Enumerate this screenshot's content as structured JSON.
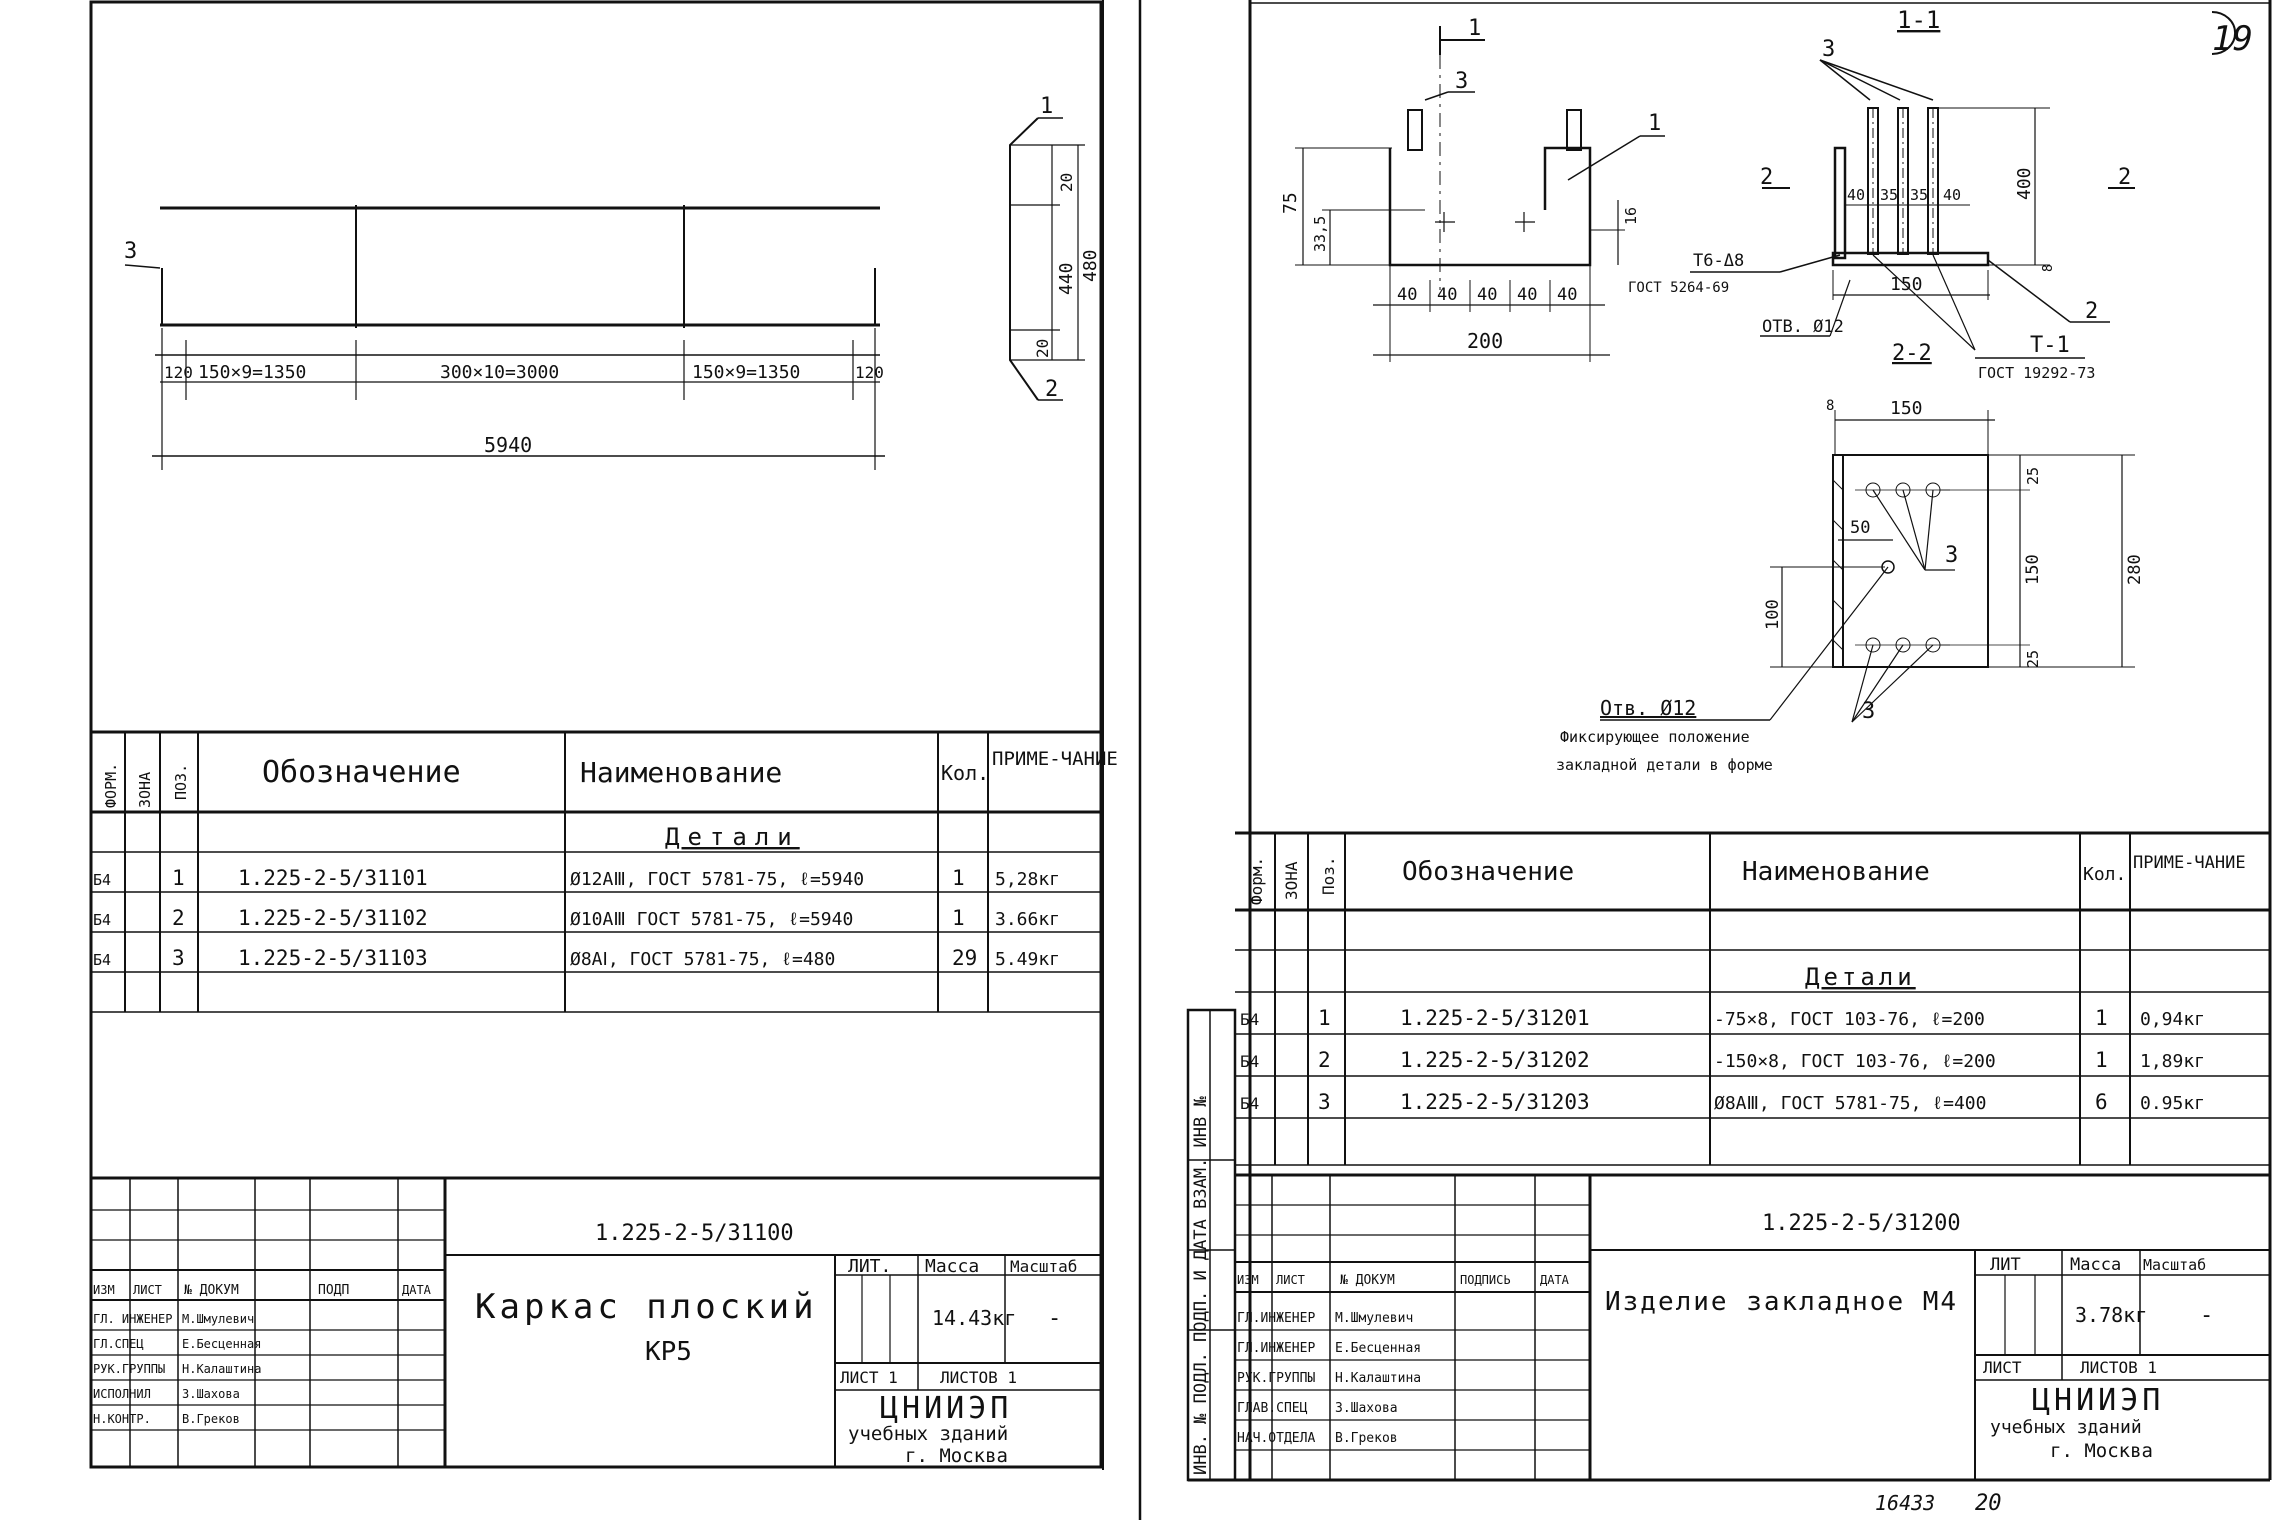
{
  "sheet_number": "19",
  "footer": {
    "inventory": "16433",
    "page": "20"
  },
  "stamp_vertical_label": "ИНВ. № ПОДЛ. ПОДП. И ДАТА ВЗАМ. ИНВ №",
  "left_sheet": {
    "drawing": {
      "leader_3": "3",
      "dims": {
        "end_left": "120",
        "seg_left": "150×9=1350",
        "seg_mid": "300×10=3000",
        "seg_right": "150×9=1350",
        "end_right": "120",
        "total": "5940"
      },
      "section": {
        "label_top": "1",
        "label_bottom": "2",
        "dim_top": "20",
        "dim_mid": "440",
        "dim_bottom": "20",
        "dim_total": "480"
      }
    },
    "spec": {
      "headers": {
        "format": "ФОРМ.",
        "zone": "ЗОНА",
        "pos": "ПОЗ.",
        "designation": "Обозначение",
        "name": "Наименование",
        "qty": "Кол.",
        "note": "ПРИМЕ-ЧАНИЕ"
      },
      "section_title": "Детали",
      "rows": [
        {
          "format": "Б4",
          "pos": "1",
          "designation": "1.225-2-5/31101",
          "name": "Ø12AⅢ, ГОСТ 5781-75, ℓ=5940",
          "qty": "1",
          "note": "5,28кг"
        },
        {
          "format": "Б4",
          "pos": "2",
          "designation": "1.225-2-5/31102",
          "name": "Ø10AⅢ ГОСТ 5781-75, ℓ=5940",
          "qty": "1",
          "note": "3.66кг"
        },
        {
          "format": "Б4",
          "pos": "3",
          "designation": "1.225-2-5/31103",
          "name": "Ø8AⅠ, ГОСТ 5781-75, ℓ=480",
          "qty": "29",
          "note": "5.49кг"
        }
      ]
    },
    "title_block": {
      "code": "1.225-2-5/31100",
      "title_line1": "Каркас плоский",
      "title_line2": "КР5",
      "col_headers": {
        "izm": "ИЗМ",
        "list": "ЛИСТ",
        "doc": "№ ДОКУМ",
        "sign": "ПОДП",
        "date": "ДАТА"
      },
      "people": [
        {
          "role": "ГЛ. ИНЖЕНЕР",
          "name": "М.Шмулевич"
        },
        {
          "role": "ГЛ.СПЕЦ",
          "name": "Е.Бесценная"
        },
        {
          "role": "РУК.ГРУППЫ",
          "name": "Н.Калаштина"
        },
        {
          "role": "ИСПОЛНИЛ",
          "name": "З.Шахова"
        },
        {
          "role": "Н.КОНТР.",
          "name": "В.Греков"
        }
      ],
      "lit_label": "ЛИТ.",
      "mass_label": "Масса",
      "scale_label": "Масштаб",
      "mass_value": "14.43кг",
      "scale_value": "-",
      "sheet_label": "ЛИСТ 1",
      "sheets_label": "ЛИСТОВ 1",
      "org_name": "ЦНИИЭП",
      "org_line2": "учебных зданий",
      "org_city": "г. Москва"
    }
  },
  "right_sheet": {
    "drawing": {
      "view_a": {
        "section_mark": "1",
        "leader_3": "3",
        "leader_1": "1",
        "dim_height": "75",
        "dim_hole": "33,5",
        "dim_right": "16",
        "dims_bottom": [
          "40",
          "40",
          "40",
          "40",
          "40"
        ],
        "dim_total": "200"
      },
      "view_b": {
        "title": "1-1",
        "leader_3": "3",
        "mark_left": "2",
        "mark_right": "2",
        "dims_top": [
          "40",
          "35",
          "35",
          "40"
        ],
        "dim_height": "400",
        "dim_plate": "8",
        "dim_150": "150",
        "weld_label": "Т6-Δ8",
        "weld_gost": "ГОСТ 5264-69",
        "hole_label": "ОТВ. Ø12",
        "leader_2": "2",
        "weld_t1": "Т-1",
        "weld_t1_gost": "ГОСТ 19292-73"
      },
      "view_c": {
        "title": "2-2",
        "dim_150_top": "150",
        "dim_8": "8",
        "dim_25_top": "25",
        "dim_150_right": "150",
        "dim_280": "280",
        "dim_25_bottom": "25",
        "dim_50": "50",
        "dim_100": "100",
        "leader_3_top": "3",
        "leader_3_bottom": "3",
        "note_hole": "Отв. Ø12",
        "note_line1": "Фиксирующее положение",
        "note_line2": "закладной детали в форме"
      }
    },
    "spec": {
      "headers": {
        "format": "Форм.",
        "zone": "ЗОНА",
        "pos": "Поз.",
        "designation": "Обозначение",
        "name": "Наименование",
        "qty": "Кол.",
        "note": "ПРИМЕ-ЧАНИЕ"
      },
      "section_title": "Детали",
      "rows": [
        {
          "format": "Б4",
          "pos": "1",
          "designation": "1.225-2-5/31201",
          "name": "-75×8, ГОСТ 103-76, ℓ=200",
          "qty": "1",
          "note": "0,94кг"
        },
        {
          "format": "Б4",
          "pos": "2",
          "designation": "1.225-2-5/31202",
          "name": "-150×8, ГОСТ 103-76, ℓ=200",
          "qty": "1",
          "note": "1,89кг"
        },
        {
          "format": "Б4",
          "pos": "3",
          "designation": "1.225-2-5/31203",
          "name": "Ø8AⅢ, ГОСТ 5781-75, ℓ=400",
          "qty": "6",
          "note": "0.95кг"
        }
      ]
    },
    "title_block": {
      "code": "1.225-2-5/31200",
      "title": "Изделие закладное М4",
      "col_headers": {
        "izm": "ИЗМ",
        "list": "ЛИСТ",
        "doc": "№ ДОКУМ",
        "sign": "ПОДПИСЬ",
        "date": "ДАТА"
      },
      "people": [
        {
          "role": "ГЛ.ИНЖЕНЕР",
          "name": "М.Шмулевич"
        },
        {
          "role": "ГЛ.ИНЖЕНЕР",
          "name": "Е.Бесценная"
        },
        {
          "role": "РУК.ГРУППЫ",
          "name": "Н.Калаштина"
        },
        {
          "role": "ГЛАВ.СПЕЦ",
          "name": "З.Шахова"
        },
        {
          "role": "НАЧ.ОТДЕЛА",
          "name": "В.Греков"
        }
      ],
      "lit_label": "ЛИТ",
      "mass_label": "Масса",
      "scale_label": "Масштаб",
      "mass_value": "3.78кг",
      "scale_value": "-",
      "sheet_label": "ЛИСТ",
      "sheets_label": "ЛИСТОВ 1",
      "org_name": "ЦНИИЭП",
      "org_line2": "учебных зданий",
      "org_city": "г. Москва"
    }
  }
}
